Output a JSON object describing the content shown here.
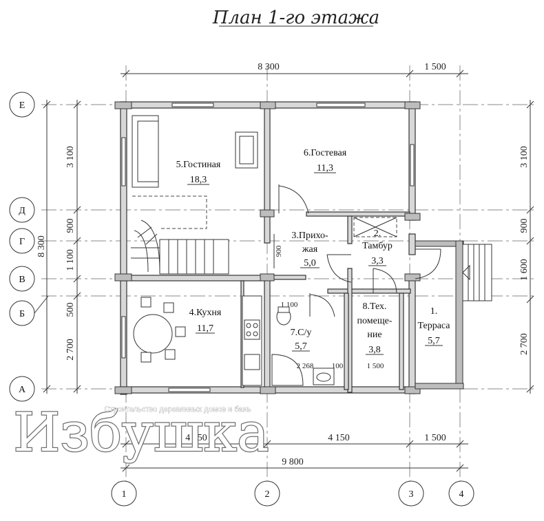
{
  "title": "План 1-го этажа",
  "dimensions": {
    "top_main": "8 300",
    "top_terrace": "1 500",
    "left_total": "8 300",
    "left_e_d": "3 100",
    "left_d_g": "900",
    "left_g_v": "1 100",
    "left_v_b": "500",
    "left_b_a": "2 700",
    "right_e_d": "3 100",
    "right_d_g": "900",
    "right_v_terrace": "1 600",
    "right_b_a": "2 700",
    "bottom_1_2": "4 150",
    "bottom_2_3": "4 150",
    "bottom_3_4": "1 500",
    "bottom_total": "9 800",
    "inner_wc_width": "1 100",
    "inner_wc_bottom": "2 268",
    "inner_wc_gap": "100",
    "inner_tech_width": "1 500",
    "inner_hall": "900"
  },
  "axes": {
    "rows": [
      "Е",
      "Д",
      "Г",
      "В",
      "Б",
      "А"
    ],
    "columns": [
      "1",
      "2",
      "3",
      "4"
    ]
  },
  "rooms": [
    {
      "name": "5.Гостиная",
      "area": "18,3"
    },
    {
      "name": "6.Гостевая",
      "area": "11,3"
    },
    {
      "name": "3.Прихо-",
      "name2": "жая",
      "area": "5,0"
    },
    {
      "name": "2.",
      "name2": "Тамбур",
      "area": "3,3"
    },
    {
      "name": "4.Кухня",
      "area": "11,7"
    },
    {
      "name": "7.С/у",
      "area": "5,7"
    },
    {
      "name": "8.Тех.",
      "name2": "помеще-",
      "name3": "ние",
      "area": "3,8"
    },
    {
      "name": "1.",
      "name2": "Терраса",
      "area": "5,7"
    }
  ],
  "watermark": {
    "brand": "Избушка",
    "tagline": "Строительство деревянных домов и бань"
  }
}
